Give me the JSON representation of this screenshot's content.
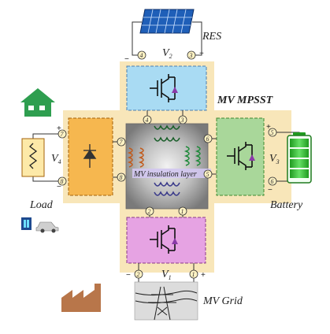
{
  "labels": {
    "res": "RES",
    "system": "MV MPSST",
    "insulation": "MV insulation layer",
    "load": "Load",
    "battery": "Battery",
    "grid": "MV Grid",
    "v1": "V",
    "v1_sub": "1",
    "v2": "V",
    "v2_sub": "2",
    "v3": "V",
    "v3_sub": "3",
    "v4": "V",
    "v4_sub": "4"
  },
  "terminals": {
    "top_outer_left": "4",
    "top_outer_right": "3",
    "top_inner_left": "4",
    "top_inner_right": "3",
    "left_outer_top": "7",
    "left_outer_bottom": "8",
    "left_inner_top": "7",
    "left_inner_bottom": "8",
    "right_outer_top": "5",
    "right_outer_bottom": "6",
    "right_inner_top": "6",
    "right_inner_bottom": "5",
    "bottom_inner_left": "2",
    "bottom_inner_right": "1",
    "bottom_outer_left": "2",
    "bottom_outer_right": "1"
  },
  "polarity": {
    "plus": "+",
    "minus": "−"
  },
  "colors": {
    "cross_background": "#f8e6b9",
    "top_converter": "#a9dbf3",
    "bottom_converter": "#e6a3e3",
    "left_converter": "#f6b74f",
    "right_converter": "#a9d79a",
    "core_grey": "#8e8e8e",
    "house": "#2e9e4f",
    "factory": "#b8764a",
    "battery_green": "#3cc43c"
  }
}
